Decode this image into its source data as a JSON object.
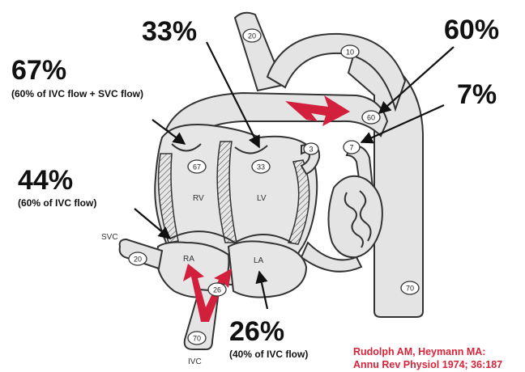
{
  "annotations": {
    "pct_aorta_top": "33%",
    "pct_ductus": "60%",
    "pct_rv": "67%",
    "pct_rv_note": "(60% of IVC flow + SVC flow)",
    "pct_pulm": "7%",
    "pct_ra": "44%",
    "pct_ra_note": "(60% of IVC flow)",
    "pct_la": "26%",
    "pct_la_note": "(40% of IVC flow)"
  },
  "vessel_labels": {
    "svc": "SVC",
    "ivc": "IVC"
  },
  "chamber_labels": {
    "rv": "RV",
    "lv": "LV",
    "ra": "RA",
    "la": "LA"
  },
  "flow_values": {
    "aorta_upper": "20",
    "arch": "10",
    "ductus": "60",
    "pulmonary": "7",
    "lung_branch": "3",
    "rv": "67",
    "lv": "33",
    "svc": "20",
    "ra": "26",
    "ivc": "70",
    "descending_aorta": "70"
  },
  "citation": {
    "line1": "Rudolph AM, Heymann MA:",
    "line2": "Annu Rev Physiol 1974; 36:187"
  },
  "colors": {
    "flow_arrow": "#d21f3c",
    "vessel_fill": "#e4e4e4",
    "citation": "#d8243a"
  }
}
